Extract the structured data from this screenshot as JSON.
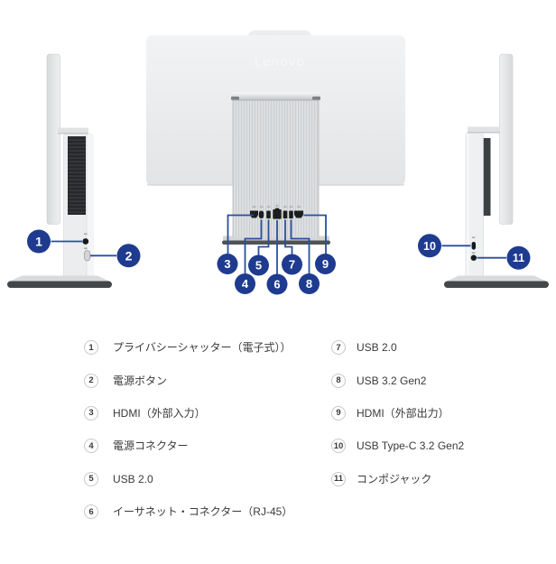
{
  "brand": {
    "logo_text": "Lenovo"
  },
  "callout_numbers": [
    "1",
    "2",
    "3",
    "4",
    "5",
    "6",
    "7",
    "8",
    "9",
    "10",
    "11"
  ],
  "legend": {
    "left": [
      {
        "num": "1",
        "label": "プライバシーシャッター（電子式））"
      },
      {
        "num": "2",
        "label": "電源ボタン"
      },
      {
        "num": "3",
        "label": "HDMI（外部入力）"
      },
      {
        "num": "4",
        "label": "電源コネクター"
      },
      {
        "num": "5",
        "label": "USB 2.0"
      },
      {
        "num": "6",
        "label": "イーサネット・コネクター（RJ-45）"
      }
    ],
    "right": [
      {
        "num": "7",
        "label": "USB 2.0"
      },
      {
        "num": "8",
        "label": "USB 3.2 Gen2"
      },
      {
        "num": "9",
        "label": "HDMI（外部出力）"
      },
      {
        "num": "10",
        "label": "USB Type-C 3.2 Gen2"
      },
      {
        "num": "11",
        "label": "コンポジャック"
      }
    ]
  },
  "colors": {
    "accent_blue": "#1e3b8f",
    "line_blue": "#2a4f9f",
    "panel_gray": "#e8eaec",
    "vent_black": "#26282a",
    "base_dark": "#44474a",
    "legend_text": "#3a3a3a"
  }
}
